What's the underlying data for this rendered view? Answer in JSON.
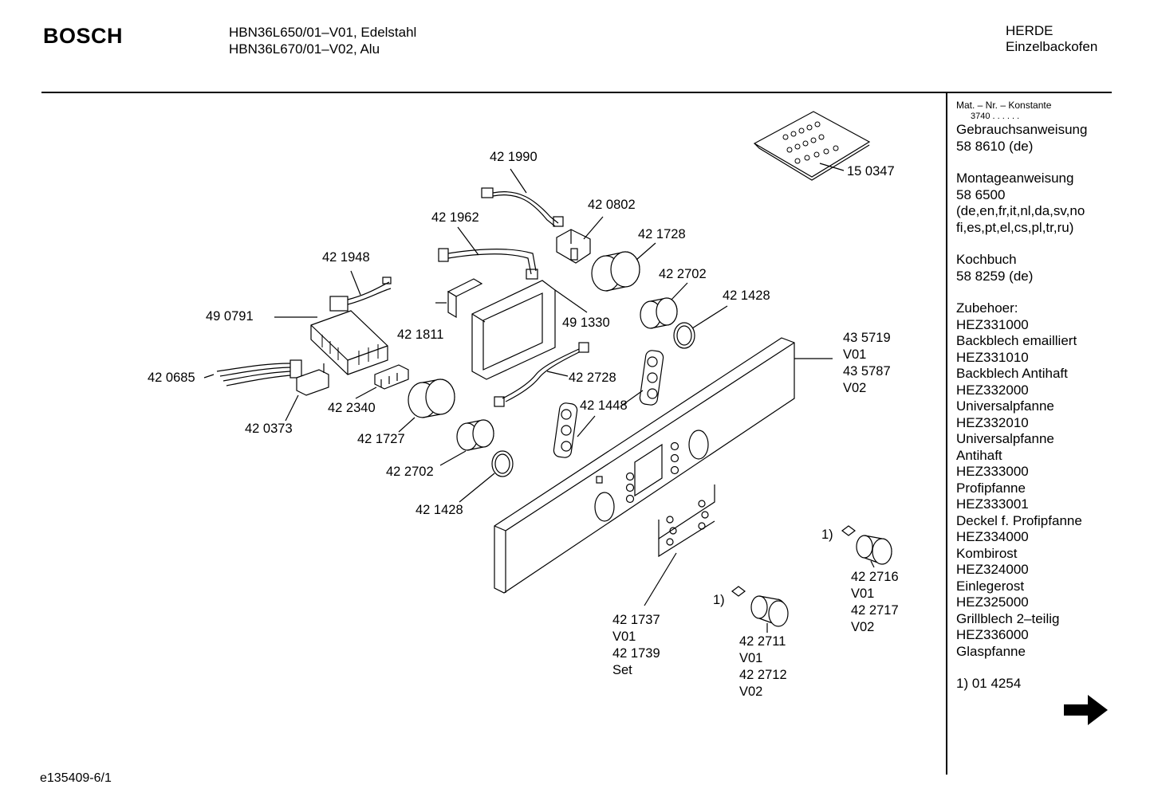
{
  "header": {
    "brand": "BOSCH",
    "models": [
      "HBN36L650/01–V01, Edelstahl",
      "HBN36L670/01–V02, Alu"
    ],
    "category": [
      "HERDE",
      "Einzelbackofen"
    ]
  },
  "sidebar": {
    "constant_label": "Mat. – Nr. – Konstante",
    "constant_value": "3740 . . . . . .",
    "blocks": [
      [
        "Gebrauchsanweisung",
        "58 8610 (de)"
      ],
      [
        "Montageanweisung",
        "58 6500",
        "(de,en,fr,it,nl,da,sv,no",
        "fi,es,pt,el,cs,pl,tr,ru)"
      ],
      [
        "Kochbuch",
        "58 8259 (de)"
      ],
      [
        "Zubehoer:",
        "HEZ331000",
        "Backblech emailliert",
        "HEZ331010",
        "Backblech Antihaft",
        "HEZ332000",
        "Universalpfanne",
        "HEZ332010",
        "Universalpfanne",
        "Antihaft",
        "HEZ333000",
        "Profipfanne",
        "HEZ333001",
        "Deckel f. Profipfanne",
        "HEZ334000",
        "Kombirost",
        "HEZ324000",
        "Einlegerost",
        "HEZ325000",
        "Grillblech 2–teilig",
        "HEZ336000",
        "Glaspfanne"
      ],
      [
        "1) 01 4254"
      ]
    ],
    "next_icon": "arrow-right-icon"
  },
  "footer": {
    "code": "e135409-6/1"
  },
  "parts": {
    "p150347": "15 0347",
    "p421990": "42 1990",
    "p420802": "42 0802",
    "p421962": "42 1962",
    "p421728": "42 1728",
    "p421948": "42 1948",
    "p422702a": "42 2702",
    "p421428a": "42 1428",
    "p490791": "49 0791",
    "p421811": "42 1811",
    "p491330": "49 1330",
    "p420685": "42 0685",
    "p435719": [
      "43 5719",
      "V01",
      "43 5787",
      "V02"
    ],
    "p422728": "42 2728",
    "p422340": "42 2340",
    "p421448": "42 1448",
    "p420373": "42 0373",
    "p421727": "42 1727",
    "p422702b": "42 2702",
    "p421428b": "42 1428",
    "p421737": [
      "42 1737",
      "V01",
      "42 1739",
      "Set"
    ],
    "p422716": [
      "42 2716",
      "V01",
      "42 2717",
      "V02"
    ],
    "p422711": [
      "42 2711",
      "V01",
      "42 2712",
      "V02"
    ],
    "note1a": "1)",
    "note1b": "1)"
  }
}
